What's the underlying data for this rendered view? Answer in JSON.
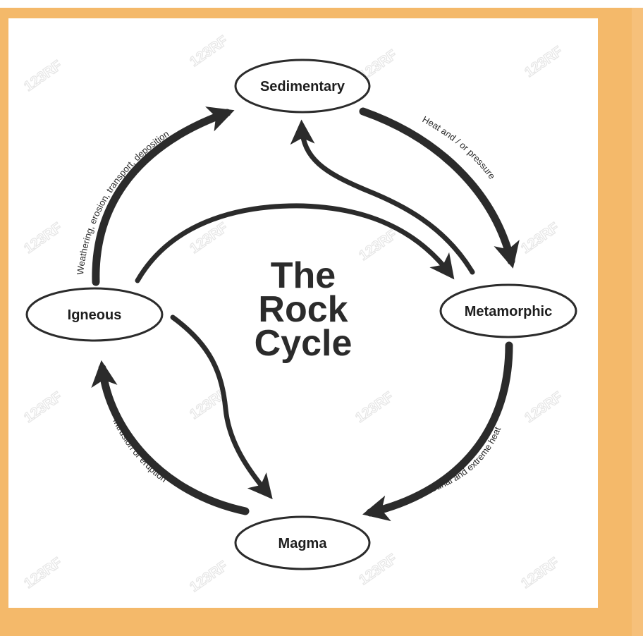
{
  "title": {
    "line1": "The",
    "line2": "Rock",
    "line3": "Cycle"
  },
  "nodes": {
    "sedimentary": "Sedimentary",
    "metamorphic": "Metamorphic",
    "igneous": "Igneous",
    "magma": "Magma"
  },
  "arrow_labels": {
    "weathering": "Weathering, erosion, transport, deposition",
    "heat_pressure": "Heat and / or pressure",
    "burial": "Burial and extreme heat",
    "intrusion": "Intrusion or eruption"
  },
  "watermark": "123RF",
  "colors": {
    "frame": "#f4b96a",
    "arrow": "#2b2b2b",
    "text": "#1e1e1e"
  }
}
